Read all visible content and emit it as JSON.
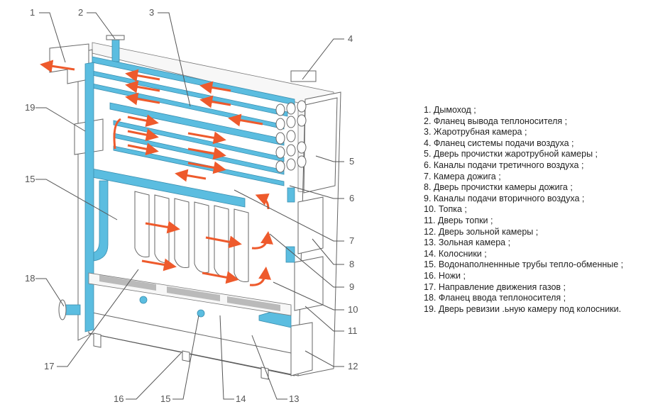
{
  "diagram": {
    "title": "Boiler cross-section schematic",
    "callouts": [
      "1",
      "2",
      "3",
      "4",
      "5",
      "6",
      "7",
      "8",
      "9",
      "10",
      "11",
      "12",
      "13",
      "14",
      "15",
      "16",
      "17",
      "18",
      "19"
    ],
    "colors": {
      "water_jacket": "#5bbde0",
      "gas_flow_arrows": "#ee5a2c",
      "outline": "#666666"
    }
  },
  "legend": {
    "items": [
      "1. Дымоход ;",
      "2. Фланец вывода теплоносителя ;",
      "3. Жаротрубная камера ;",
      "4. Фланец системы подачи воздуха ;",
      "5. Дверь прочистки жаротрубной камеры ;",
      "6. Каналы подачи третичного воздуха ;",
      "7. Камера дожига ;",
      "8. Дверь прочистки камеры дожига ;",
      "9. Каналы подачи вторичного воздуха ;",
      "10. Топка ;",
      "11. Дверь топки ;",
      "12. Дверь зольной камеры ;",
      "13. Зольная камера ;",
      "14. Колосники ;",
      "15. Водонаполненнные трубы тепло-обменные ;",
      "16. Ножи ;",
      "17. Направление движения газов ;",
      "18. Фланец ввода теплоносителя ;",
      "19. Дверь ревизии .ьную камеру под колосники."
    ]
  }
}
